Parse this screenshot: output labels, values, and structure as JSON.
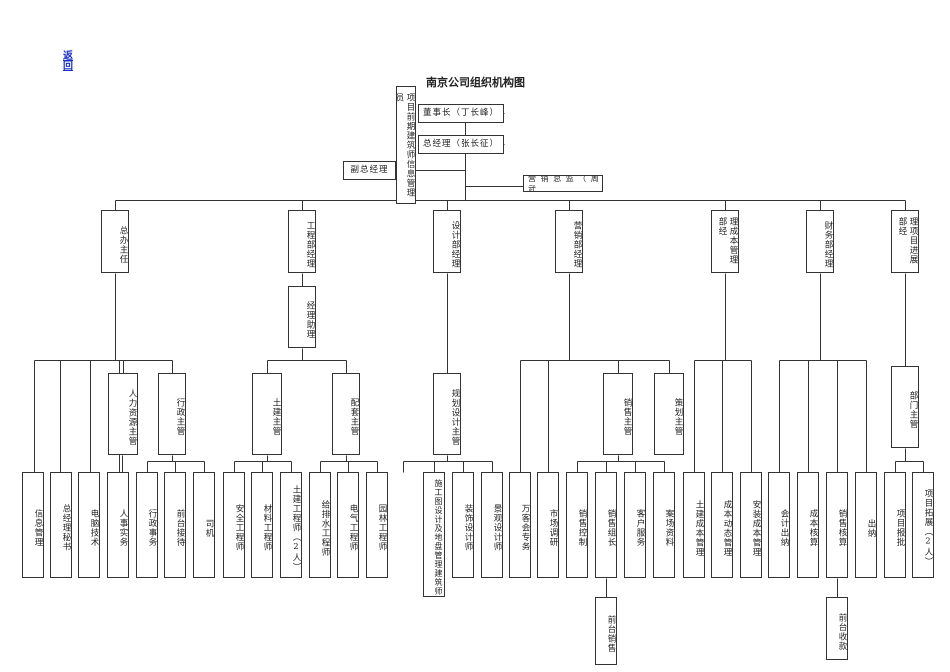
{
  "back_link": "返回",
  "title": "南京公司组织机构图",
  "boxes": {
    "info": "项目前期建筑师信息管理员",
    "chairman": "董事长（丁长峰）",
    "gm": "总经理（张长征）",
    "vgm": "副总经理",
    "mkt_dir": "营 销 总 监 （ 周 武",
    "d_admin": "总办主任",
    "d_eng": "工程部经理",
    "d_design": "设计部经理",
    "d_sales": "营销部经理",
    "d_cost": "理成本管理部经",
    "d_fin": "财务部经理",
    "d_proj": "理项目进展部经",
    "eng_asst": "经理助理",
    "hr_mgr": "人力资源主管",
    "adm_mgr": "行政主管",
    "civil_mgr": "土建主管",
    "support_mgr": "配套主管",
    "plan_mgr": "规划设计主管",
    "sales_mgr": "销售主管",
    "strat_mgr": "策划主管",
    "dept_mgr": "部门主管",
    "b_info": "信息管理",
    "b_sec": "总经理秘书",
    "b_pc": "电脑技术",
    "b_hr": "人事实务",
    "b_adm": "行政事务",
    "b_recep": "前台接待",
    "b_driver": "司机",
    "b_safe": "安全工程师",
    "b_mat": "材料工程师",
    "b_civil": "土建工程师（2人）",
    "b_water": "给排水工程师",
    "b_elec": "电气工程师",
    "b_garden": "园林工程师",
    "b_cons": "施工图设计及地盘管理建筑师",
    "b_deco": "装饰设计师",
    "b_land": "景观设计师",
    "b_client": "万客会专务",
    "b_market": "市场调研",
    "b_ctrl": "销售控制",
    "b_lead": "销售组长",
    "b_cust": "客户服务",
    "b_case": "案场资料",
    "b_ccost": "土建成本管理",
    "b_dcost": "成本动态管理",
    "b_icost": "安装成本管理",
    "b_acct": "会计出纳",
    "b_audit": "成本核算",
    "b_salesacc": "销售核算",
    "b_cash": "出纳",
    "b_report": "项目报批",
    "b_expand": "项目拓展（2人）",
    "b_fsales": "前台销售",
    "b_fcollect": "前台收款"
  }
}
